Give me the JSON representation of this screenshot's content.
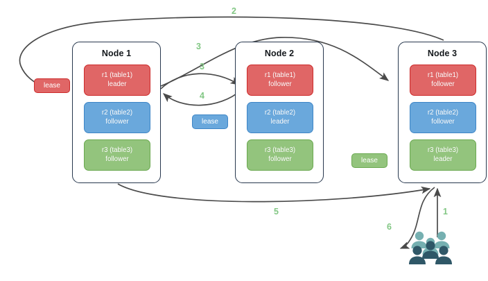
{
  "diagram": {
    "title": "Multi-raft lease / replica placement diagram",
    "colors": {
      "replica_red_fill": "#e06666",
      "replica_red_border": "#cc2a2a",
      "replica_blue_fill": "#6aa8dc",
      "replica_blue_border": "#3d85c6",
      "replica_green_fill": "#93c47d",
      "replica_green_border": "#6aa84f",
      "node_border": "#27374d",
      "arrow": "#4a4a4a",
      "step_label": "#82c784",
      "users_light": "#76b0b1",
      "users_dark": "#2f5767"
    }
  },
  "nodes": [
    {
      "title": "Node 1",
      "replicas": [
        {
          "line1": "r1 (table1)",
          "line2": "leader",
          "color": "red"
        },
        {
          "line1": "r2 (table2)",
          "line2": "follower",
          "color": "blue"
        },
        {
          "line1": "r3 (table3)",
          "line2": "follower",
          "color": "green"
        }
      ]
    },
    {
      "title": "Node 2",
      "replicas": [
        {
          "line1": "r1 (table1)",
          "line2": "follower",
          "color": "red"
        },
        {
          "line1": "r2 (table2)",
          "line2": "leader",
          "color": "blue"
        },
        {
          "line1": "r3 (table3)",
          "line2": "follower",
          "color": "green"
        }
      ]
    },
    {
      "title": "Node 3",
      "replicas": [
        {
          "line1": "r1 (table1)",
          "line2": "follower",
          "color": "red"
        },
        {
          "line1": "r2 (table2)",
          "line2": "follower",
          "color": "blue"
        },
        {
          "line1": "r3 (table3)",
          "line2": "leader",
          "color": "green"
        }
      ]
    }
  ],
  "leases": [
    {
      "label": "lease",
      "color": "red"
    },
    {
      "label": "lease",
      "color": "blue"
    },
    {
      "label": "lease",
      "color": "green"
    }
  ],
  "steps": [
    {
      "label": "1",
      "desc": "client request to Node 3"
    },
    {
      "label": "2",
      "desc": "long curve from Node 3 over the top to the red lease"
    },
    {
      "label": "3",
      "desc": "Node 1 r1 to Node 3 r1"
    },
    {
      "label": "3",
      "desc": "Node 1 r1 to Node 2 r1"
    },
    {
      "label": "4",
      "desc": "Node 2 r1 back to Node 1 r1"
    },
    {
      "label": "5",
      "desc": "Node 1 bottom curve to Node 3 bottom"
    },
    {
      "label": "6",
      "desc": "Node 3 back down to the clients"
    }
  ],
  "users": {
    "name": "users-group-icon",
    "people_count": 6
  }
}
